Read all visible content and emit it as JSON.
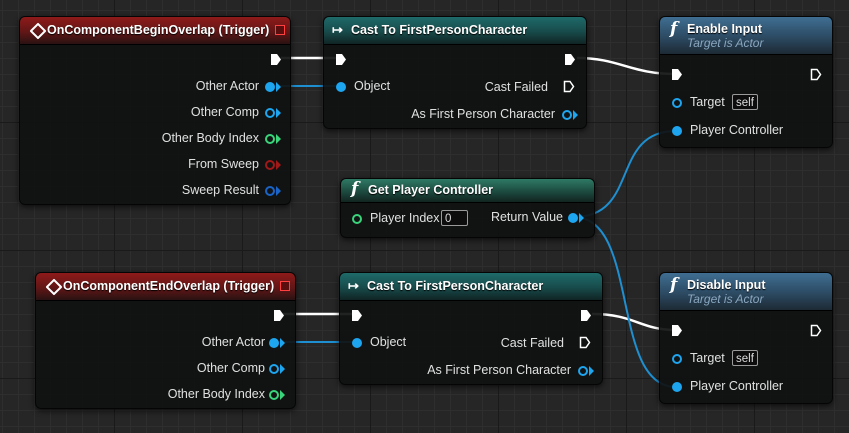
{
  "nodes": {
    "begin_overlap": {
      "title": "OnComponentBeginOverlap (Trigger)",
      "pins": [
        "Other Actor",
        "Other Comp",
        "Other Body Index",
        "From Sweep",
        "Sweep Result"
      ]
    },
    "cast1": {
      "title": "Cast To FirstPersonCharacter",
      "object": "Object",
      "cast_failed": "Cast Failed",
      "as": "As First Person Character"
    },
    "enable_input": {
      "title": "Enable Input",
      "subtitle": "Target is Actor",
      "target": "Target",
      "target_value": "self",
      "player_controller": "Player Controller"
    },
    "get_player_controller": {
      "title": "Get Player Controller",
      "player_index": "Player Index",
      "player_index_value": "0",
      "return_value": "Return Value"
    },
    "end_overlap": {
      "title": "OnComponentEndOverlap (Trigger)",
      "pins": [
        "Other Actor",
        "Other Comp",
        "Other Body Index"
      ]
    },
    "cast2": {
      "title": "Cast To FirstPersonCharacter",
      "object": "Object",
      "cast_failed": "Cast Failed",
      "as": "As First Person Character"
    },
    "disable_input": {
      "title": "Disable Input",
      "subtitle": "Target is Actor",
      "target": "Target",
      "target_value": "self",
      "player_controller": "Player Controller"
    }
  },
  "colors": {
    "object_pin": "#1ea5f0",
    "int_pin": "#3ad47b",
    "bool_pin": "#a01818",
    "struct_pin": "#1a64c8",
    "exec_wire": "#ffffff",
    "event_header": "#8e1a1a",
    "cast_header": "#1f6a6a",
    "pure_header": "#2e7a64",
    "call_header": "#3f6e92"
  },
  "icons": {
    "event": "event-diamond-icon",
    "cast": "cast-arrow-icon",
    "function": "function-f-icon",
    "exec": "exec-pin-icon"
  }
}
